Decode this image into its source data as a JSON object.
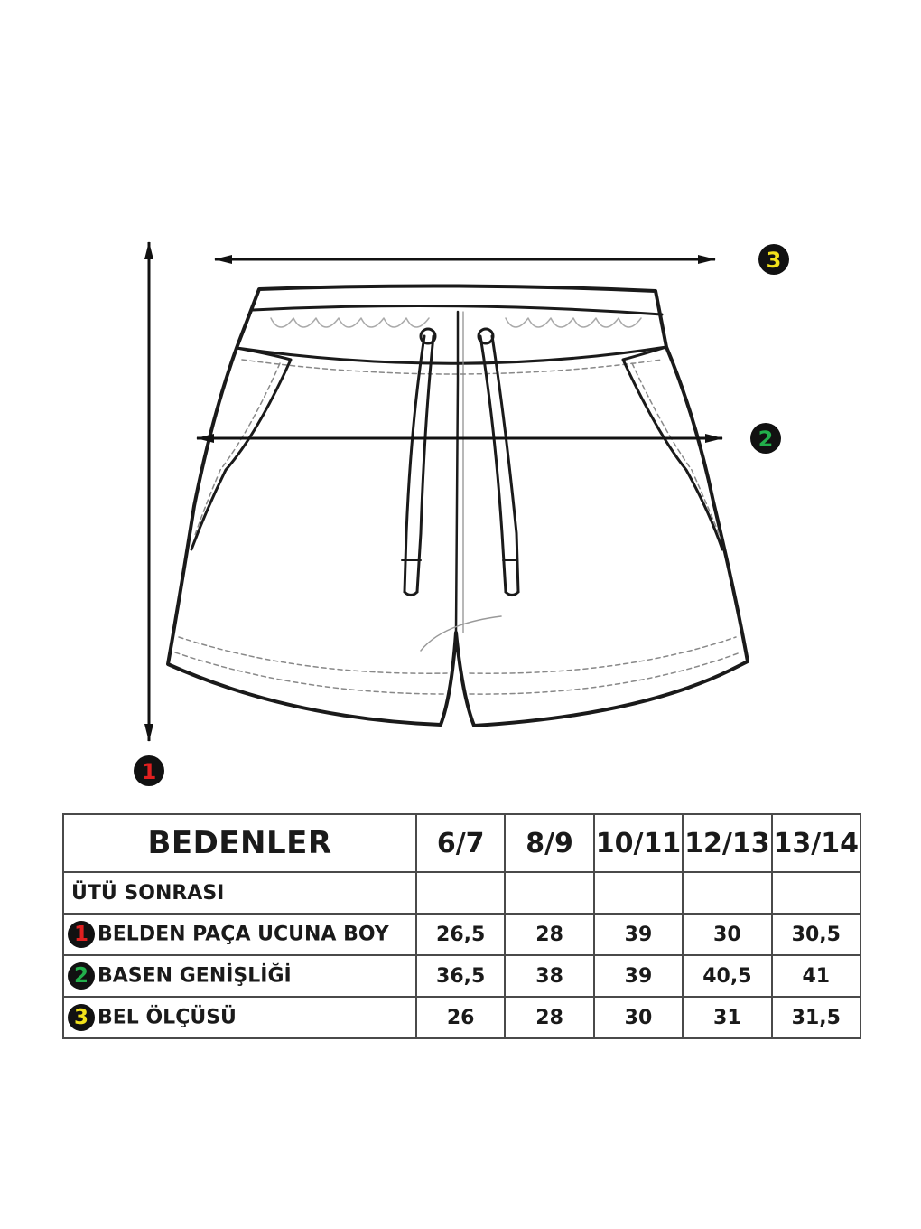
{
  "measurements": [
    {
      "number": "1",
      "color": "#e02020"
    },
    {
      "number": "2",
      "color": "#22b04b"
    },
    {
      "number": "3",
      "color": "#f2e21b"
    }
  ],
  "table": {
    "header": "BEDENLER",
    "sizes": [
      "6/7",
      "8/9",
      "10/11",
      "12/13",
      "13/14"
    ],
    "subheader": "ÜTÜ SONRASI",
    "rows": [
      {
        "badge": "1",
        "label": "BELDEN PAÇA UCUNA BOY",
        "values": [
          "26,5",
          "28",
          "39",
          "30",
          "30,5"
        ]
      },
      {
        "badge": "2",
        "label": "BASEN GENİŞLİĞİ",
        "values": [
          "36,5",
          "38",
          "39",
          "40,5",
          "41"
        ]
      },
      {
        "badge": "3",
        "label": "BEL ÖLÇÜSÜ",
        "values": [
          "26",
          "28",
          "30",
          "31",
          "31,5"
        ]
      }
    ]
  }
}
